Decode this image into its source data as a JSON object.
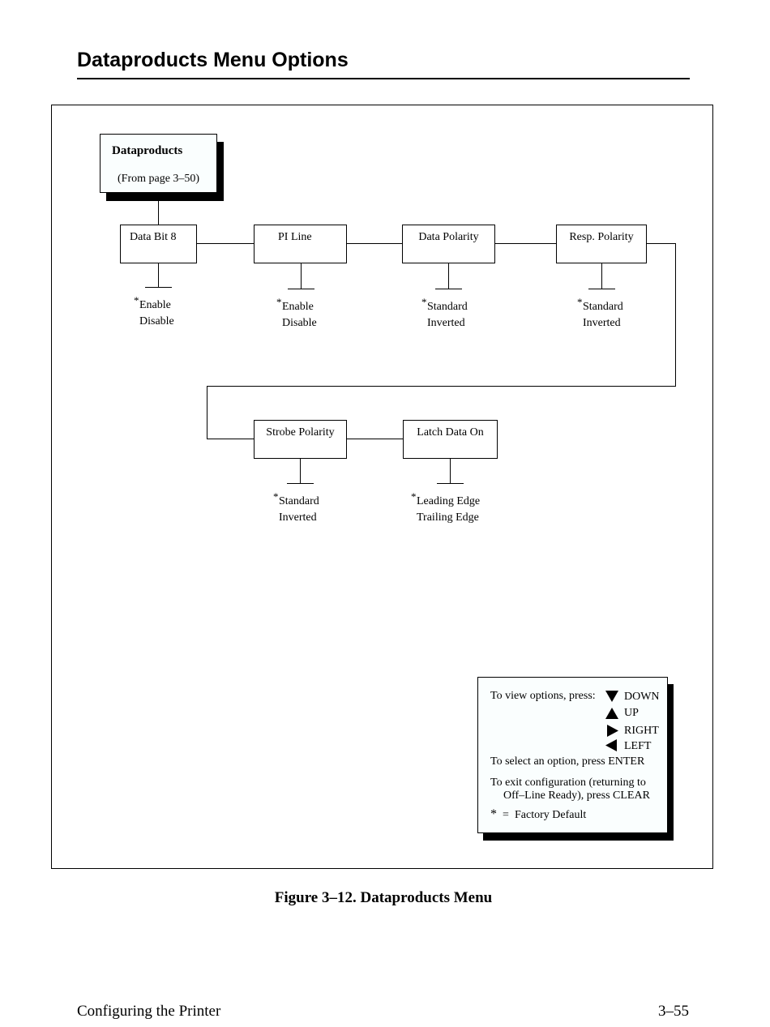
{
  "header": {
    "title": "Dataproducts Menu Options"
  },
  "root": {
    "title": "Dataproducts",
    "subtitle": "(From page 3–50)"
  },
  "menu_items": [
    {
      "label": "Data Bit 8",
      "options": [
        "Enable",
        "Disable"
      ]
    },
    {
      "label": "PI Line",
      "options": [
        "Enable",
        "Disable"
      ]
    },
    {
      "label": "Data Polarity",
      "options": [
        "Standard",
        "Inverted"
      ]
    },
    {
      "label": "Resp. Polarity",
      "options": [
        "Standard",
        "Inverted"
      ]
    },
    {
      "label": "Strobe Polarity",
      "options": [
        "Standard",
        "Inverted"
      ]
    },
    {
      "label": "Latch Data On",
      "options": [
        "Leading Edge",
        "Trailing Edge"
      ]
    }
  ],
  "default_marker": "*",
  "legend": {
    "view_text": "To view options, press:",
    "down": "DOWN",
    "up": "UP",
    "right": "RIGHT",
    "left": "LEFT",
    "select_text": "To select an option, press ENTER",
    "exit_line1": "To exit configuration (returning to",
    "exit_line2": "Off–Line Ready), press CLEAR",
    "default_star": "*",
    "default_eq": "=",
    "default_text": "Factory Default"
  },
  "caption": "Figure 3–12. Dataproducts Menu",
  "footer": {
    "left": "Configuring the Printer",
    "right": "3–55"
  }
}
